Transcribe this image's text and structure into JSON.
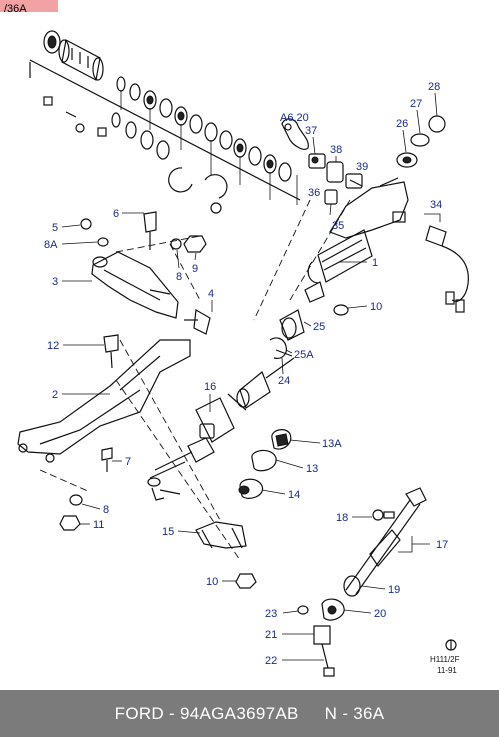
{
  "corner_label": "/36A",
  "callouts": [
    {
      "id": "c-28",
      "text": "28"
    },
    {
      "id": "c-27",
      "text": "27"
    },
    {
      "id": "c-26",
      "text": "26"
    },
    {
      "id": "c-a620",
      "text": "A6.20"
    },
    {
      "id": "c-37",
      "text": "37"
    },
    {
      "id": "c-38",
      "text": "38"
    },
    {
      "id": "c-39",
      "text": "39"
    },
    {
      "id": "c-36",
      "text": "36"
    },
    {
      "id": "c-35",
      "text": "35"
    },
    {
      "id": "c-34",
      "text": "34"
    },
    {
      "id": "c-6",
      "text": "6"
    },
    {
      "id": "c-5",
      "text": "5"
    },
    {
      "id": "c-8a",
      "text": "8A"
    },
    {
      "id": "c-8-top",
      "text": "8"
    },
    {
      "id": "c-9",
      "text": "9"
    },
    {
      "id": "c-1",
      "text": "1"
    },
    {
      "id": "c-3",
      "text": "3"
    },
    {
      "id": "c-4",
      "text": "4"
    },
    {
      "id": "c-10-top",
      "text": "10"
    },
    {
      "id": "c-25",
      "text": "25"
    },
    {
      "id": "c-12",
      "text": "12"
    },
    {
      "id": "c-25a",
      "text": "25A"
    },
    {
      "id": "c-24",
      "text": "24"
    },
    {
      "id": "c-2",
      "text": "2"
    },
    {
      "id": "c-16",
      "text": "16"
    },
    {
      "id": "c-13a",
      "text": "13A"
    },
    {
      "id": "c-13",
      "text": "13"
    },
    {
      "id": "c-7",
      "text": "7"
    },
    {
      "id": "c-14",
      "text": "14"
    },
    {
      "id": "c-8-bot",
      "text": "8"
    },
    {
      "id": "c-11",
      "text": "11"
    },
    {
      "id": "c-18",
      "text": "18"
    },
    {
      "id": "c-15",
      "text": "15"
    },
    {
      "id": "c-17",
      "text": "17"
    },
    {
      "id": "c-10-bot",
      "text": "10"
    },
    {
      "id": "c-19",
      "text": "19"
    },
    {
      "id": "c-23",
      "text": "23"
    },
    {
      "id": "c-20",
      "text": "20"
    },
    {
      "id": "c-21",
      "text": "21"
    },
    {
      "id": "c-22",
      "text": "22"
    }
  ],
  "drawing_ref": {
    "line1": "H111/2F",
    "line2": "11-91"
  },
  "footer": {
    "code": "FORD - 94AGA3697AB",
    "page": "N - 36A"
  },
  "colors": {
    "callout": "#1a2a8c",
    "footer_bg": "#7b7b7b",
    "corner_tab": "#f2a2a2"
  }
}
